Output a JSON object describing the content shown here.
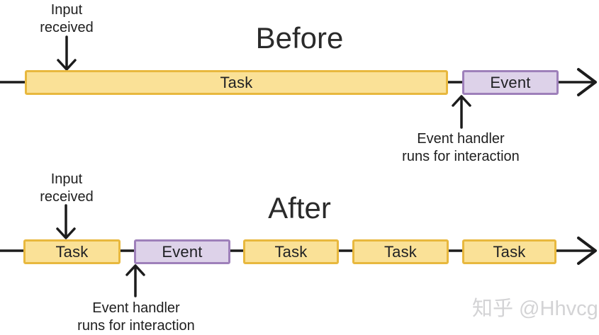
{
  "before": {
    "title": "Before",
    "input_label": {
      "line1": "Input",
      "line2": "received"
    },
    "handler_label": {
      "line1": "Event handler",
      "line2": "runs for interaction"
    },
    "segments": [
      {
        "type": "task",
        "label": "Task"
      },
      {
        "type": "event",
        "label": "Event"
      }
    ]
  },
  "after": {
    "title": "After",
    "input_label": {
      "line1": "Input",
      "line2": "received"
    },
    "handler_label": {
      "line1": "Event handler",
      "line2": "runs for interaction"
    },
    "segments": [
      {
        "type": "task",
        "label": "Task"
      },
      {
        "type": "event",
        "label": "Event"
      },
      {
        "type": "task",
        "label": "Task"
      },
      {
        "type": "task",
        "label": "Task"
      },
      {
        "type": "task",
        "label": "Task"
      }
    ]
  },
  "watermark": "知乎 @Hhvcg",
  "colors": {
    "background": "#FFFFFF",
    "task_fill": "#FAE197",
    "task_border": "#E8B83E",
    "event_fill": "#DDD2E9",
    "event_border": "#9E80BA",
    "line": "#1C1C1C",
    "text": "#202124",
    "watermark": "#D3D3D5"
  }
}
